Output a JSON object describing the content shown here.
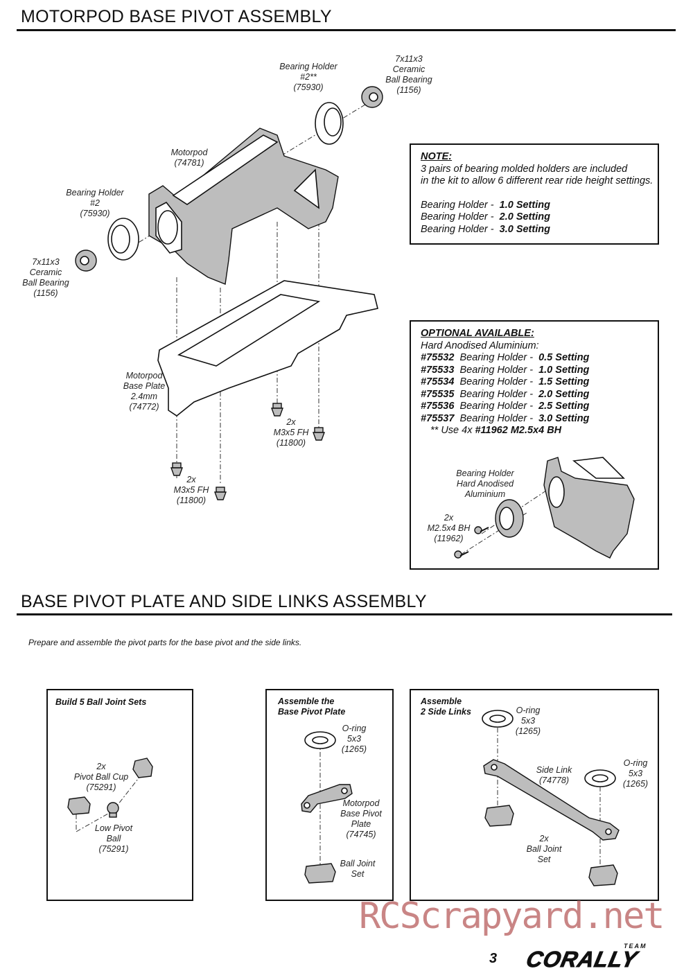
{
  "section1": {
    "title": "MOTORPOD BASE PIVOT ASSEMBLY",
    "labels": {
      "bh2_top": [
        "Bearing Holder",
        "#2**",
        "(75930)"
      ],
      "bearing_top": [
        "7x11x3",
        "Ceramic",
        "Ball Bearing",
        "(1156)"
      ],
      "motorpod": [
        "Motorpod",
        "(74781)"
      ],
      "bh2_left": [
        "Bearing Holder",
        "#2",
        "(75930)"
      ],
      "bearing_left": [
        "7x11x3",
        "Ceramic",
        "Ball Bearing",
        "(1156)"
      ],
      "base_plate": [
        "Motorpod",
        "Base Plate",
        "2.4mm",
        "(74772)"
      ],
      "screws_mid": [
        "2x",
        "M3x5 FH",
        "(11800)"
      ],
      "screws_low": [
        "2x",
        "M3x5 FH",
        "(11800)"
      ]
    },
    "note": {
      "title": "NOTE:",
      "lines": [
        "3 pairs of bearing molded holders are included",
        "in the kit to allow 6 different rear ride height settings."
      ],
      "settings": [
        {
          "label": "Bearing Holder -",
          "value": "1.0 Setting"
        },
        {
          "label": "Bearing Holder -",
          "value": "2.0 Setting"
        },
        {
          "label": "Bearing Holder -",
          "value": "3.0 Setting"
        }
      ]
    },
    "optional": {
      "title": "OPTIONAL AVAILABLE:",
      "subtitle": "Hard Anodised Aluminium:",
      "items": [
        {
          "part": "#75532",
          "label": "Bearing Holder -",
          "value": "0.5 Setting"
        },
        {
          "part": "#75533",
          "label": "Bearing Holder -",
          "value": "1.0 Setting"
        },
        {
          "part": "#75534",
          "label": "Bearing Holder -",
          "value": "1.5 Setting"
        },
        {
          "part": "#75535",
          "label": "Bearing Holder -",
          "value": "2.0 Setting"
        },
        {
          "part": "#75536",
          "label": "Bearing Holder -",
          "value": "2.5 Setting"
        },
        {
          "part": "#75537",
          "label": "Bearing Holder -",
          "value": "3.0 Setting"
        }
      ],
      "footnote_prefix": "** Use 4x",
      "footnote_part": "#11962 M2.5x4 BH",
      "label_holder": [
        "Bearing Holder",
        "Hard Anodised",
        "Aluminium"
      ],
      "label_screws": [
        "2x",
        "M2.5x4 BH",
        "(11962)"
      ]
    }
  },
  "section2": {
    "title": "BASE PIVOT PLATE AND SIDE LINKS ASSEMBLY",
    "intro": "Prepare and assemble the pivot parts for the base pivot and the side links.",
    "box1": {
      "title": "Build 5 Ball Joint Sets",
      "cup": [
        "2x",
        "Pivot Ball Cup",
        "(75291)"
      ],
      "ball": [
        "Low Pivot",
        "Ball",
        "(75291)"
      ]
    },
    "box2": {
      "title": [
        "Assemble the",
        "Base Pivot Plate"
      ],
      "oring": [
        "O-ring",
        "5x3",
        "(1265)"
      ],
      "plate": [
        "Motorpod",
        "Base Pivot",
        "Plate",
        "(74745)"
      ],
      "joint": [
        "Ball Joint",
        "Set"
      ]
    },
    "box3": {
      "title": [
        "Assemble",
        "2 Side Links"
      ],
      "oring_top": [
        "O-ring",
        "5x3",
        "(1265)"
      ],
      "sidelink": [
        "Side Link",
        "(74778)"
      ],
      "oring_right": [
        "O-ring",
        "5x3",
        "(1265)"
      ],
      "joint": [
        "2x",
        "Ball Joint",
        "Set"
      ]
    }
  },
  "footer": {
    "page_number": "3",
    "watermark": "RCScrapyard.net",
    "logo_text": "CORALLY",
    "logo_tag": "TEAM"
  },
  "colors": {
    "watermark": "#c98585",
    "ink": "#111111",
    "part_fill": "#bdbdbd"
  }
}
